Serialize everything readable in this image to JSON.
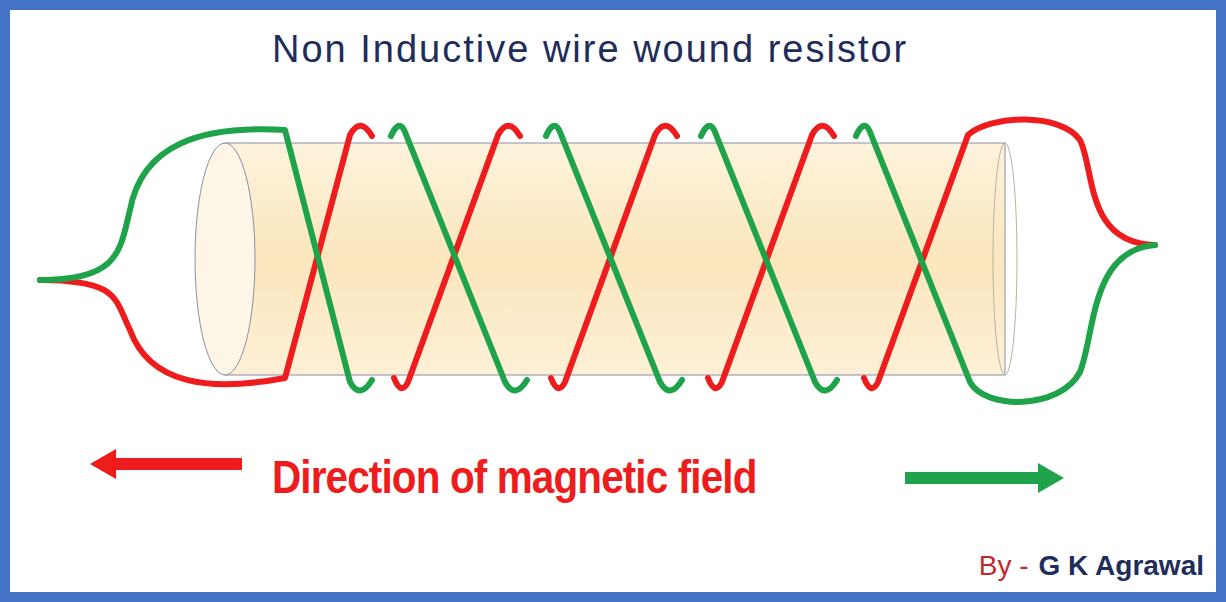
{
  "diagram": {
    "title": "Non Inductive wire wound resistor",
    "labels": [
      "Direction of magnetic field",
      "By -",
      "G K Agrawal"
    ]
  }
}
